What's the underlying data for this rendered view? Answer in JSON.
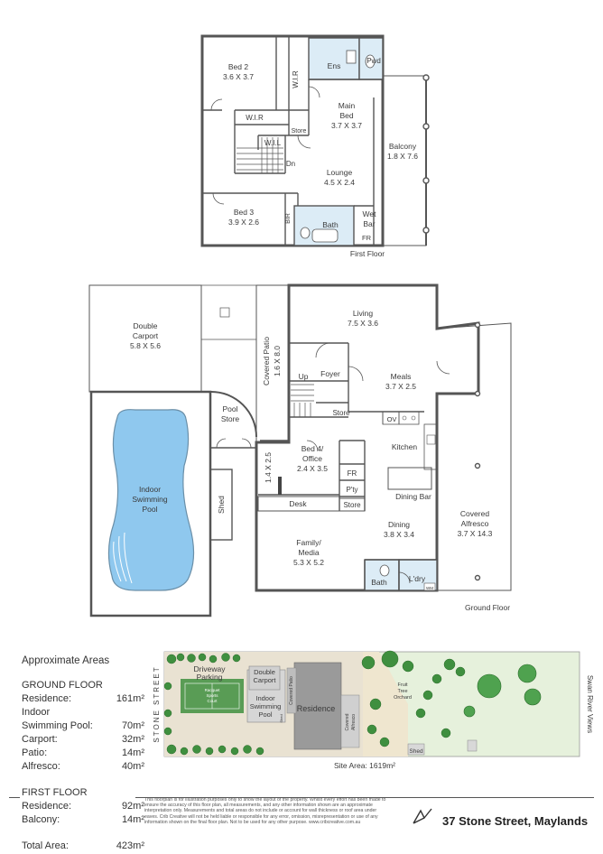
{
  "floors": {
    "first_floor_label": "First Floor",
    "ground_floor_label": "Ground Floor"
  },
  "first_floor_rooms": {
    "bed2_name": "Bed 2",
    "bed2_dim": "3.6 X 3.7",
    "wir1": "W.I.R",
    "wir2": "W.I.R",
    "wil": "W.I.L",
    "ens": "Ens",
    "pwd": "Pwd",
    "main_bed_name": "Main",
    "main_bed_name2": "Bed",
    "main_bed_dim": "3.7 X 3.7",
    "store": "Store",
    "dn": "Dn",
    "balcony_name": "Balcony",
    "balcony_dim": "1.8 X 7.6",
    "lounge_name": "Lounge",
    "lounge_dim": "4.5 X 2.4",
    "bed3_name": "Bed 3",
    "bed3_dim": "3.9 X 2.6",
    "bir": "BIR",
    "bath": "Bath",
    "wet_bar1": "Wet",
    "wet_bar2": "Bar",
    "fr": "FR"
  },
  "ground_floor_rooms": {
    "carport_name1": "Double",
    "carport_name2": "Carport",
    "carport_dim": "5.8 X 5.6",
    "covered_patio": "Covered Patio",
    "covered_patio_dim": "1.6 X 8.0",
    "living_name": "Living",
    "living_dim": "7.5 X 3.6",
    "up": "Up",
    "foyer": "Foyer",
    "meals_name": "Meals",
    "meals_dim": "3.7 X 2.5",
    "pool_store1": "Pool",
    "pool_store2": "Store",
    "store": "Store",
    "pool_name1": "Indoor",
    "pool_name2": "Swimming",
    "pool_name3": "Pool",
    "bed4_name1": "Bed 4/",
    "bed4_name2": "Office",
    "bed4_dim": "2.4 X 3.5",
    "side_dim": "1.4 X 2.5",
    "ov": "OV",
    "kitchen": "Kitchen",
    "fr": "FR",
    "pty": "P'ty",
    "dining_bar": "Dining Bar",
    "desk": "Desk",
    "store2": "Store",
    "shed": "Shed",
    "dining_name": "Dining",
    "dining_dim": "3.8 X 3.4",
    "alfresco_name1": "Covered",
    "alfresco_name2": "Alfresco",
    "alfresco_dim": "3.7 X 14.3",
    "family_name1": "Family/",
    "family_name2": "Media",
    "family_dim": "5.3 X 5.2",
    "bath": "Bath",
    "ldry": "L'dry",
    "wm": "WM"
  },
  "areas": {
    "title": "Approximate Areas",
    "ground_heading": "GROUND FLOOR",
    "ground": [
      {
        "label": "Residence:",
        "value": "161m²"
      },
      {
        "label": "Indoor",
        "value": ""
      },
      {
        "label": "Swimming Pool:",
        "value": "70m²"
      },
      {
        "label": "Carport:",
        "value": "32m²"
      },
      {
        "label": "Patio:",
        "value": "14m²"
      },
      {
        "label": "Alfresco:",
        "value": "40m²"
      }
    ],
    "first_heading": "FIRST FLOOR",
    "first": [
      {
        "label": "Residence:",
        "value": "92m²"
      },
      {
        "label": "Balcony:",
        "value": "14m²"
      }
    ],
    "total_label": "Total Area:",
    "total_value": "423m²"
  },
  "site": {
    "street": "STONE STREET",
    "driveway1": "Driveway",
    "driveway2": "Parking",
    "carport1": "Double",
    "carport2": "Carport",
    "covered_patio": "Covered Patio",
    "court1": "Racquet",
    "court2": "Sports",
    "court3": "Court",
    "pool1": "Indoor",
    "pool2": "Swimming",
    "pool3": "Pool",
    "shed_small": "Shed",
    "residence": "Residence",
    "alfresco1": "Covered",
    "alfresco2": "Alfresco",
    "orchard1": "Fruit",
    "orchard2": "Tree",
    "orchard3": "Orchard",
    "shed": "Shed",
    "river_views": "Swan River Views",
    "site_area": "Site Area: 1619m²"
  },
  "disclaimer": "This floorplan is for illustration purposes only to show the layout of the property. Whilst every effort has been made to ensure the accuracy of this floor plan, all measurements, and any other information shown are an approximate interpretation only. Measurements and total areas do not include or account for wall thickness or roof area under eaves. Crib Creative will not be held liable or responsible for any error, omission, misrepresentation or use of any information shown on the final floor plan. Not to be used for any other purpose. www.cribcreative.com.au",
  "address": "37 Stone Street, Maylands",
  "colors": {
    "wall": "#555555",
    "pool": "#8fc8ee",
    "wet_area": "#dcecf6",
    "floor": "#ffffff",
    "grass": "#e6f1dc",
    "tree": "#3f8f3f",
    "paving": "#e9e2d2",
    "roof": "#9a9a9a"
  },
  "icons": [
    "compass-icon",
    "tree-icon",
    "door-swing-icon"
  ]
}
